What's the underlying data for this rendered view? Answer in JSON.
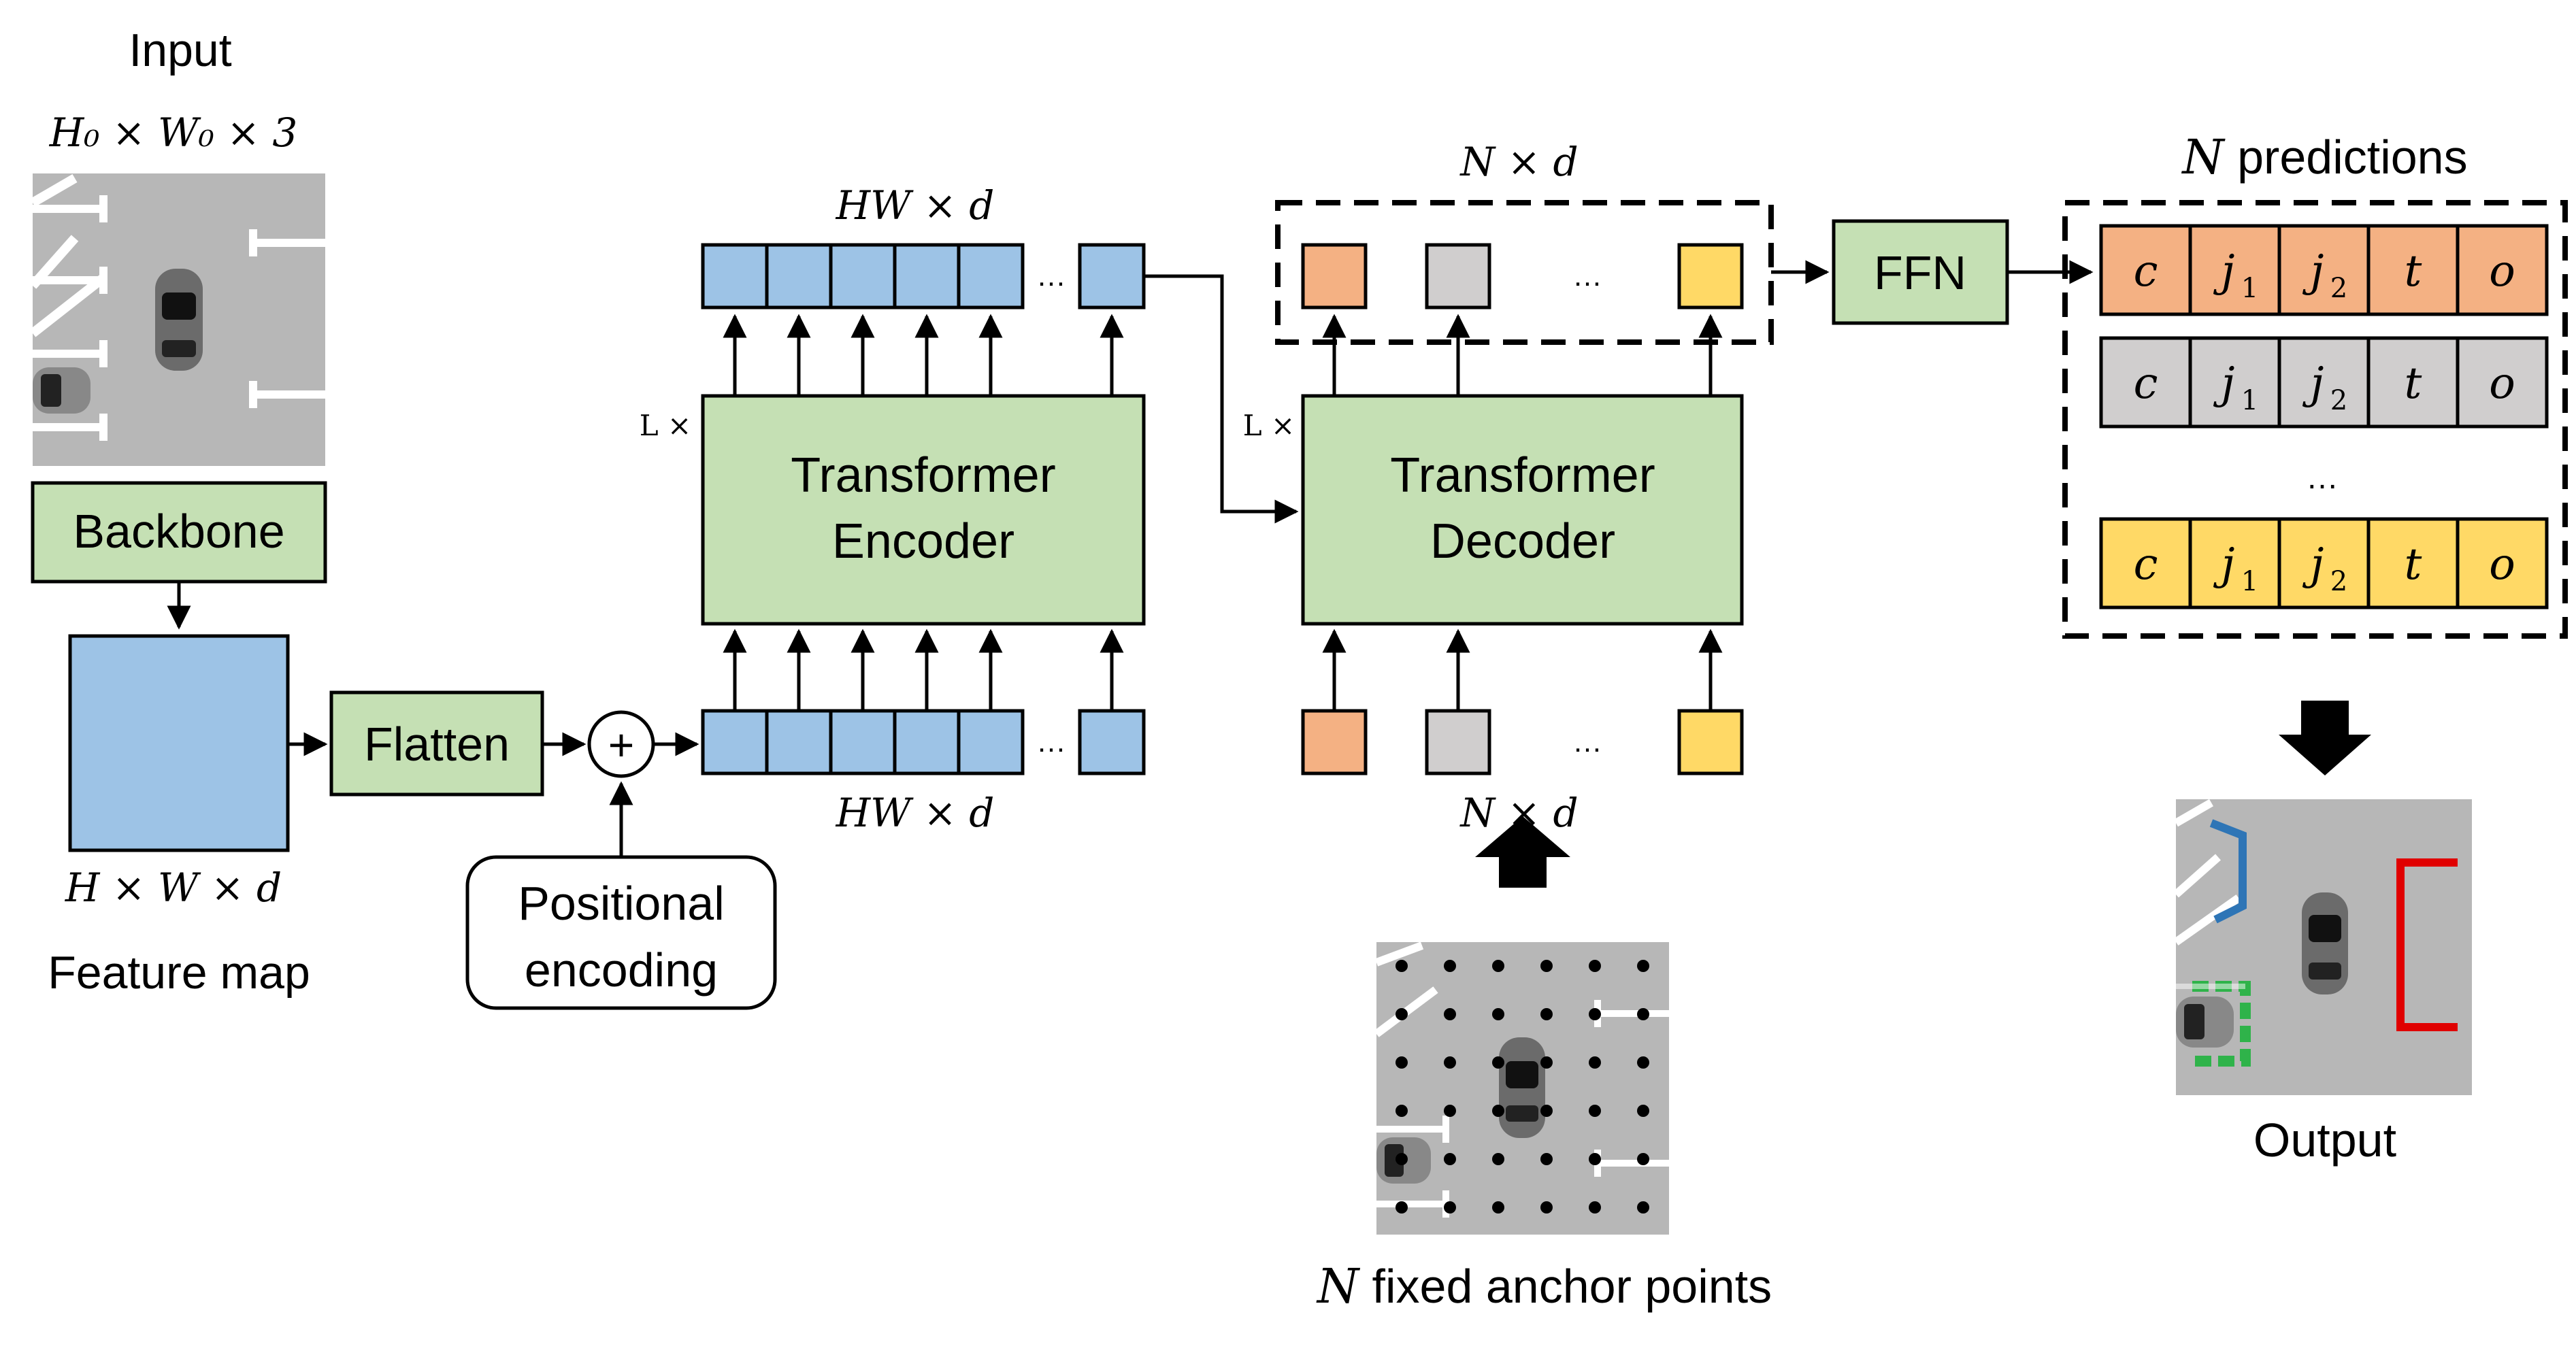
{
  "input": {
    "title": "Input",
    "dims": "H₀ × W₀ × 3"
  },
  "backbone": {
    "label": "Backbone"
  },
  "feature_map": {
    "dims": "H × W × d",
    "caption": "Feature map"
  },
  "flatten": {
    "label": "Flatten"
  },
  "plus": {
    "symbol": "+"
  },
  "positional_encoding": {
    "line1": "Positional",
    "line2": "encoding"
  },
  "encoder": {
    "line1": "Transformer",
    "line2": "Encoder",
    "repeat": "L ×",
    "top_dims": "HW × d",
    "bottom_dims": "HW × d",
    "ellipsis": "…"
  },
  "decoder": {
    "line1": "Transformer",
    "line2": "Decoder",
    "repeat": "L ×",
    "top_dims": "N × d",
    "bottom_dims": "N × d",
    "ellipsis": "…"
  },
  "ffn": {
    "label": "FFN"
  },
  "predictions": {
    "title_n": "N",
    "title_rest": " predictions",
    "fields": [
      "c",
      "j",
      "j",
      "t",
      "o"
    ],
    "subscripts": [
      "",
      "1",
      "2",
      "",
      ""
    ],
    "ellipsis": "…"
  },
  "anchors": {
    "caption_n": "N",
    "caption_rest": " fixed anchor points"
  },
  "output": {
    "caption": "Output"
  },
  "colors": {
    "box_green": "#c5e0b4",
    "token_blue": "#9dc3e6",
    "orange": "#f4b183",
    "gray": "#d0cece",
    "yellow": "#ffd966",
    "road": "#b7b7b7"
  }
}
